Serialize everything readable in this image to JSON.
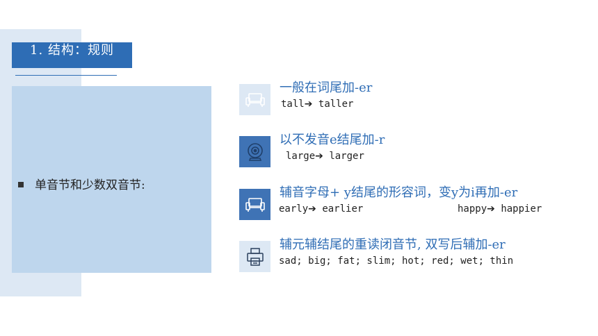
{
  "section": {
    "title": "1. 结构：规则"
  },
  "main": {
    "bullet_text": "单音节和少数双音节:"
  },
  "rules": [
    {
      "icon": "sofa-icon",
      "title": "一般在词尾加-er",
      "examples": [
        {
          "from": "tall",
          "to": "taller"
        }
      ]
    },
    {
      "icon": "webcam-icon",
      "title": "以不发音e结尾加-r",
      "examples": [
        {
          "from": "large",
          "to": "larger"
        }
      ]
    },
    {
      "icon": "sofa-icon",
      "title": "辅音字母+ y结尾的形容词，变y为i再加-er",
      "examples": [
        {
          "from": "early",
          "to": "earlier"
        },
        {
          "from": "happy",
          "to": "happier"
        }
      ]
    },
    {
      "icon": "printer-icon",
      "title": "辅元辅结尾的重读闭音节, 双写后辅加-er",
      "list": "sad; big; fat; slim; hot; red; wet; thin"
    }
  ],
  "arrow_glyph": "➔",
  "colors": {
    "accent": "#2e6db5",
    "title_text": "#2f6db5",
    "panel": "#bed6ed",
    "band": "#dde8f4",
    "icon_dark": "#3f73b5"
  }
}
